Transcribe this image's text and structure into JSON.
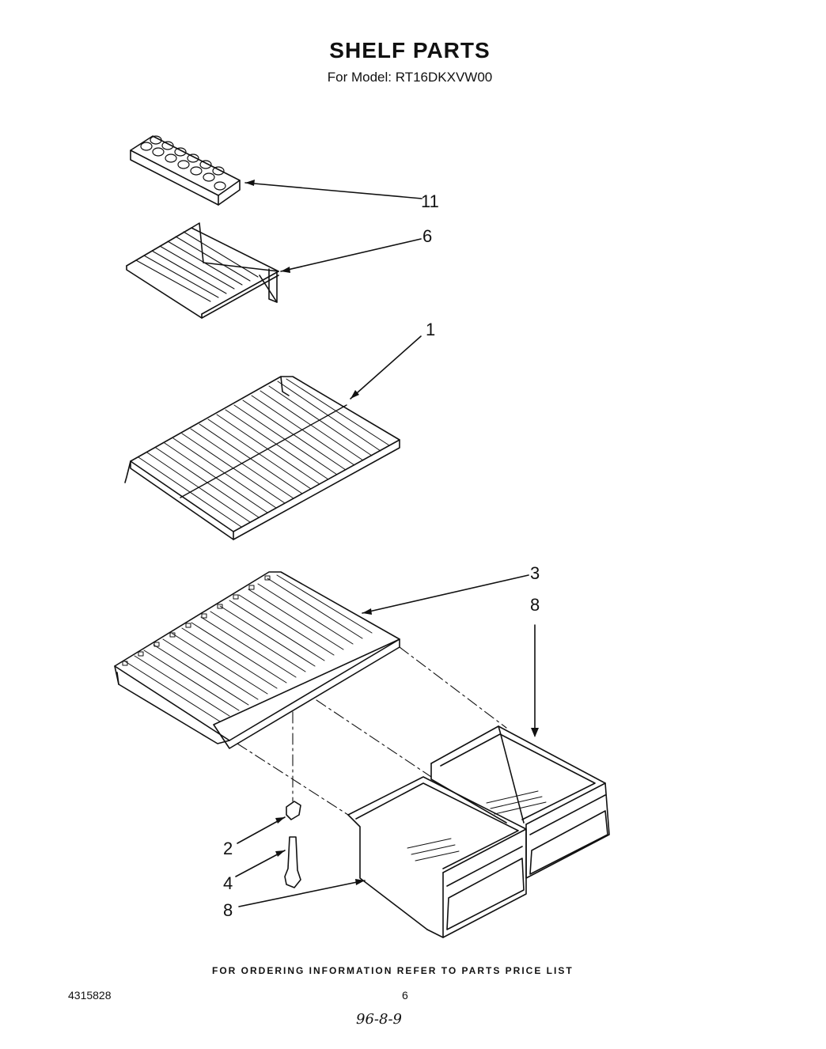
{
  "header": {
    "title": "SHELF PARTS",
    "subtitle": "For Model: RT16DKXVW00"
  },
  "parts": [
    {
      "callout": "11",
      "part": "ice-cube-tray"
    },
    {
      "callout": "6",
      "part": "freezer-wire-shelf"
    },
    {
      "callout": "1",
      "part": "refrigerator-wire-shelf"
    },
    {
      "callout": "3",
      "part": "crisper-cover-shelf"
    },
    {
      "callout": "8",
      "part": "crisper-drawer-right"
    },
    {
      "callout": "2",
      "part": "shelf-support-bracket"
    },
    {
      "callout": "4",
      "part": "shelf-support-stud"
    },
    {
      "callout": "8",
      "part": "crisper-drawer-left"
    }
  ],
  "footer": {
    "note": "FOR ORDERING INFORMATION REFER TO PARTS PRICE LIST",
    "doc_number": "4315828",
    "page_number": "6",
    "handwritten": "96-8-9"
  }
}
